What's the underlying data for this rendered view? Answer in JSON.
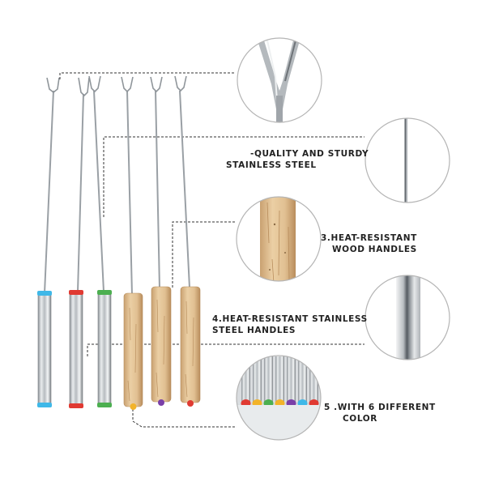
{
  "image": {
    "description_kind": "product infographic",
    "background_color": "#ffffff",
    "forks": [
      {
        "handle": "stainless-steel",
        "cap_color": "#3fb8e8"
      },
      {
        "handle": "stainless-steel",
        "cap_color": "#e03a32"
      },
      {
        "handle": "stainless-steel",
        "cap_color": "#4caf50"
      },
      {
        "handle": "wood",
        "cap_color": "#f2b32a"
      },
      {
        "handle": "wood",
        "cap_color": "#7a3fa8"
      },
      {
        "handle": "wood",
        "cap_color": "#e03a32"
      }
    ],
    "swatch_colors": [
      "#e03a32",
      "#f2b32a",
      "#4caf50",
      "#f2b32a",
      "#7a3fa8",
      "#3fb8e8",
      "#e03a32"
    ]
  },
  "callouts": {
    "quality": {
      "line1": "-QUALITY AND STURDY",
      "line2": "STAINLESS STEEL"
    },
    "wood": {
      "line1": "3.HEAT-RESISTANT",
      "line2": "WOOD HANDLES"
    },
    "steel": {
      "line1": "4.HEAT-RESISTANT STAINLESS",
      "line2": "STEEL HANDLES"
    },
    "colors": {
      "line1": "5 .WITH 6 DIFFERENT",
      "line2": "COLOR"
    }
  }
}
